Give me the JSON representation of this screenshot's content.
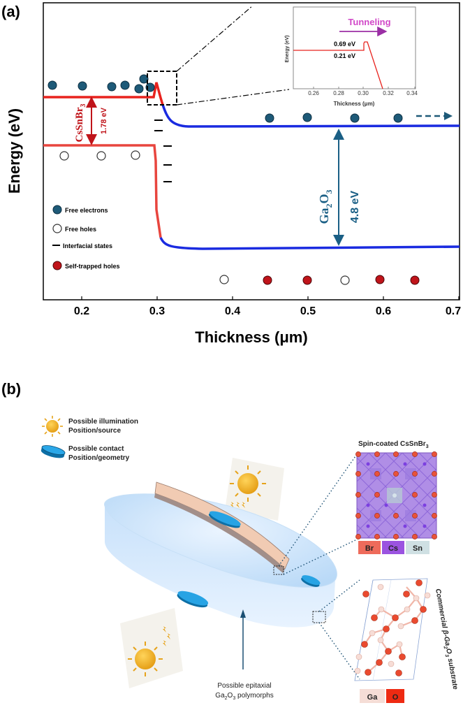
{
  "panel_a": {
    "label": "(a)",
    "xlabel": "Thickness (μm)",
    "ylabel": "Energy (eV)",
    "x_ticks": [
      "0.2",
      "0.3",
      "0.4",
      "0.5",
      "0.6",
      "0.7"
    ],
    "csnbr_label": "CsSnBr",
    "csnbr_sub": "3",
    "gap_csnbr": "1.78 eV",
    "ga2o3_label": "Ga",
    "ga2o3_sub1": "2",
    "ga2o3_o": "O",
    "ga2o3_sub2": "3",
    "gap_ga2o3": "4.8 eV",
    "legend": {
      "free_electrons": "Free electrons",
      "free_holes": "Free holes",
      "interfacial_states": "Interfacial states",
      "self_trapped_holes": "Self-trapped holes"
    },
    "inset": {
      "title": "Tunneling",
      "ylabel": "Energy (eV)",
      "xlabel": "Thickness (μm)",
      "ticks": [
        "0.26",
        "0.28",
        "0.30",
        "0.32",
        "0.34"
      ],
      "barrier_high": "0.69 eV",
      "barrier_low": "0.21 eV"
    },
    "colors": {
      "csnbr_band": "#e8231e",
      "ga2o3_band": "#1a2be0",
      "electron": "#1e5a78",
      "self_trapped": "#c0141a",
      "tunneling": "#d148c8",
      "gap_arrow_ga2o3": "#1a5f85"
    }
  },
  "panel_b": {
    "label": "(b)",
    "legend_illum_1": "Possible illumination",
    "legend_illum_2": "Position/source",
    "legend_contact_1": "Possible contact",
    "legend_contact_2": "Position/geometry",
    "spin_coated_prefix": "Spin-coated CsSnBr",
    "spin_coated_sub": "3",
    "elements_top": [
      "Br",
      "Cs",
      "Sn"
    ],
    "substrate_label": "Commercial β-Ga",
    "substrate_sub1": "2",
    "substrate_o": "O",
    "substrate_sub2": "3",
    "substrate_suffix": " substrate",
    "elements_bottom": [
      "Ga",
      "O"
    ],
    "epitaxial_1": "Possible epitaxial",
    "epitaxial_2_prefix": "Ga",
    "epitaxial_2_sub1": "2",
    "epitaxial_2_o": "O",
    "epitaxial_2_sub2": "3",
    "epitaxial_2_suffix": " polymorphs"
  }
}
